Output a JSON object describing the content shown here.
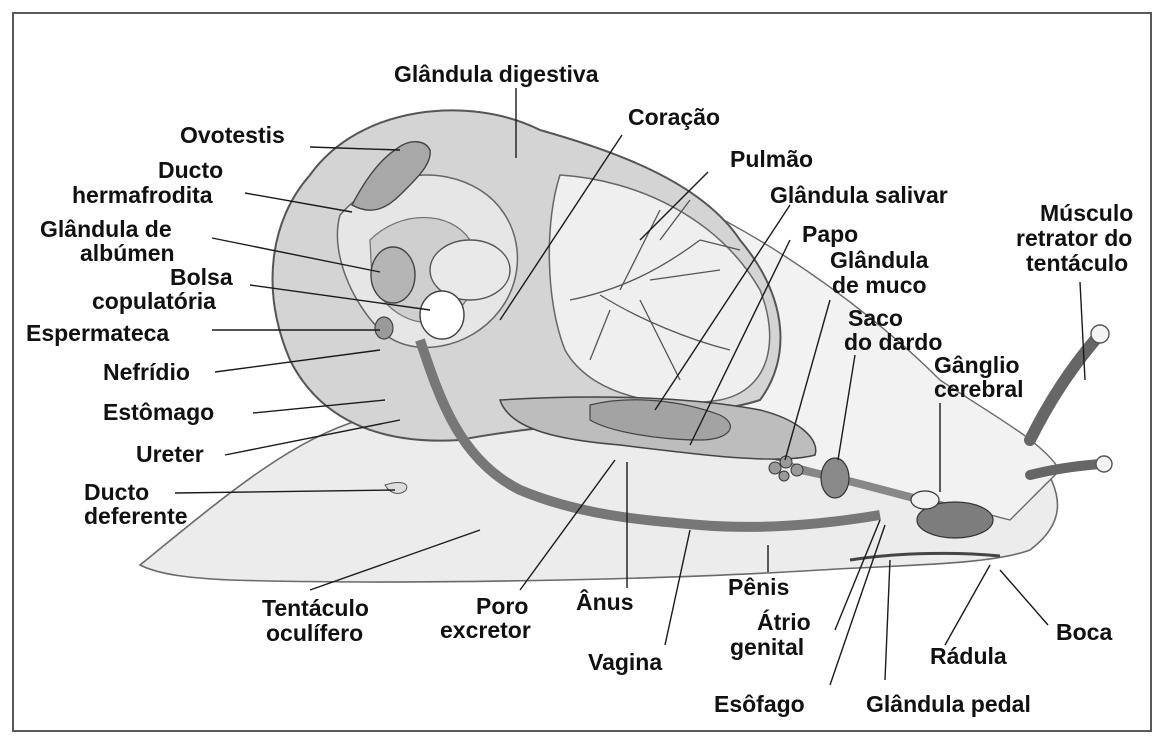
{
  "labels": {
    "glandula_digestiva": "Glândula digestiva",
    "coracao": "Coração",
    "ovotestis": "Ovotestis",
    "pulmao": "Pulmão",
    "ducto_hermafrodita_1": "Ducto",
    "ducto_hermafrodita_2": "hermafrodita",
    "glandula_salivar": "Glândula salivar",
    "musculo_1": "Músculo",
    "musculo_2": "retrator do",
    "musculo_3": "tentáculo",
    "glandula_albumen_1": "Glândula de",
    "glandula_albumen_2": "albúmen",
    "papo": "Papo",
    "bolsa_1": "Bolsa",
    "bolsa_2": "copulatória",
    "glandula_muco_1": "Glândula",
    "glandula_muco_2": "de muco",
    "espermateca": "Espermateca",
    "saco_1": "Saco",
    "saco_2": "do dardo",
    "nefridio": "Nefrídio",
    "ganglio_1": "Gânglio",
    "ganglio_2": "cerebral",
    "estomago": "Estômago",
    "ureter": "Ureter",
    "ducto_deferente_1": "Ducto",
    "ducto_deferente_2": "deferente",
    "tentaculo_1": "Tentáculo",
    "tentaculo_2": "oculífero",
    "poro_1": "Poro",
    "poro_2": "excretor",
    "anus": "Ânus",
    "penis": "Pênis",
    "atrio_1": "Átrio",
    "atrio_2": "genital",
    "vagina": "Vagina",
    "boca": "Boca",
    "radula": "Rádula",
    "esofago": "Esôfago",
    "glandula_pedal": "Glândula pedal"
  },
  "colors": {
    "ink": "#111111",
    "body_fill": "#ececec",
    "organ_fill": "#c9c9c9",
    "dark_organ": "#9a9a9a",
    "frame": "#555555"
  }
}
